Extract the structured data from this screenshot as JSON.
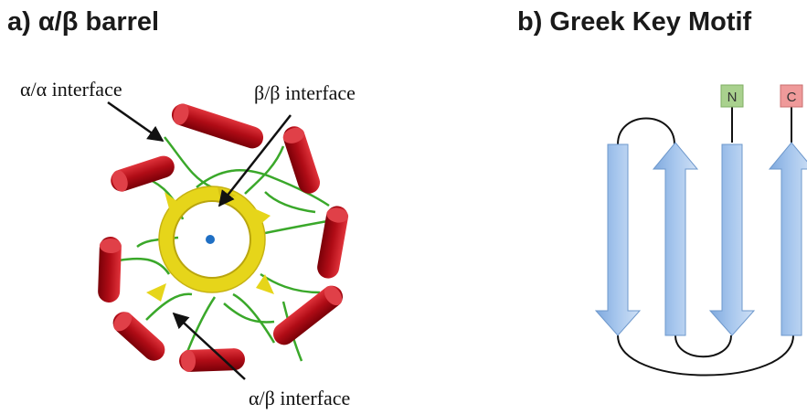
{
  "panel_a": {
    "title": "a) α/β barrel",
    "annotations": {
      "alpha_alpha": "α/α interface",
      "beta_beta": "β/β interface",
      "alpha_beta": "α/β interface"
    }
  },
  "panel_b": {
    "title": "b) Greek Key Motif",
    "n_label": "N",
    "c_label": "C"
  },
  "colors": {
    "helix": "#c8101a",
    "strand_a": "#e6d51a",
    "loop_a": "#3aa82a",
    "center_dot": "#1f6fc4",
    "strand_b": "#8fb5e4",
    "n_box": "#a9d18e",
    "c_box": "#ef9a9a"
  }
}
